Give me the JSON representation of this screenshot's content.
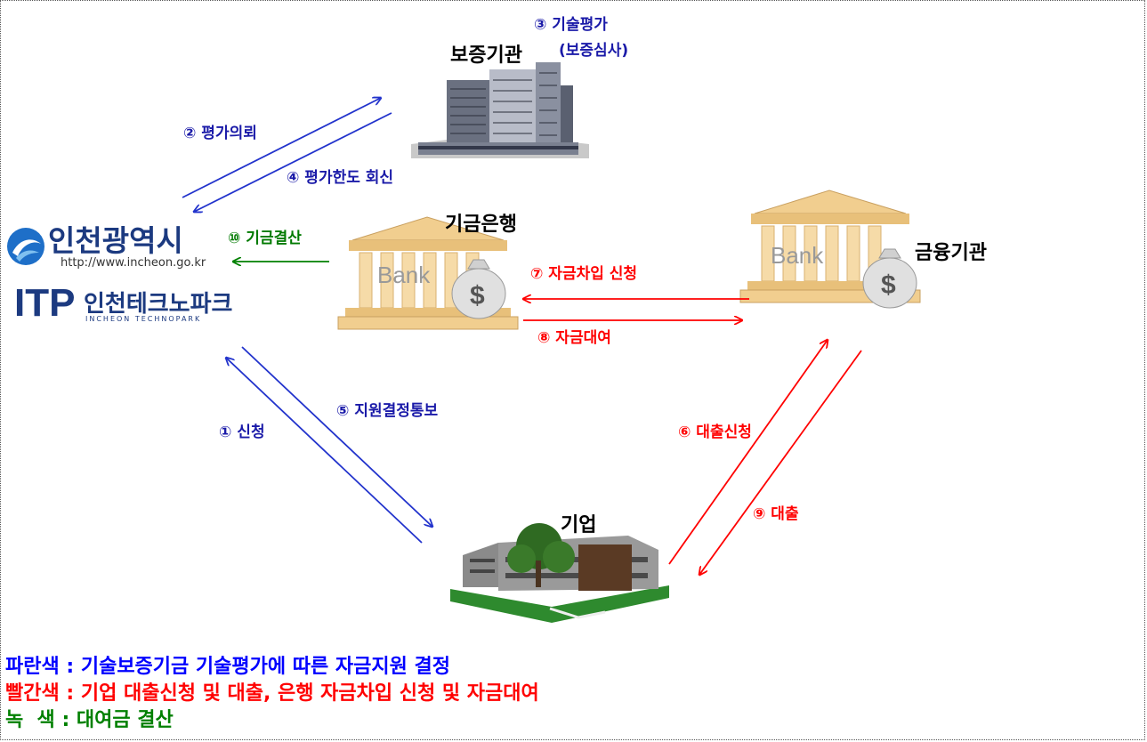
{
  "nodes": {
    "guarantee": "보증기관",
    "fund_bank": "기금은행",
    "financial": "금융기관",
    "company": "기업"
  },
  "logos": {
    "incheon_name": "인천광역시",
    "incheon_url": "http://www.incheon.go.kr",
    "itp_mark": "ITP",
    "itp_name": "인천테크노파크",
    "itp_en": "INCHEON TECHNOPARK"
  },
  "bank_word": "Bank",
  "dollar_sign": "$",
  "steps": {
    "s1": "① 신청",
    "s2": "② 평가의뢰",
    "s3_line1": "③ 기술평가",
    "s3_line2": "(보증심사)",
    "s4": "④ 평가한도 회신",
    "s5": "⑤ 지원결정통보",
    "s6": "⑥ 대출신청",
    "s7": "⑦ 자금차입 신청",
    "s8": "⑧ 자금대여",
    "s9": "⑨ 대출",
    "s10": "⑩ 기금결산"
  },
  "legend": {
    "blue": "파란색 : 기술보증기금 기술평가에 따른 자금지원 결정",
    "red": "빨간색 : 기업 대출신청 및 대출, 은행 자금차입 신청 및 자금대여",
    "green": "녹  색 : 대여금 결산"
  },
  "colors": {
    "blue": "#1a1aa8",
    "red": "#ff0000",
    "green": "#007a00",
    "bank_column": "#f1ce8f"
  }
}
